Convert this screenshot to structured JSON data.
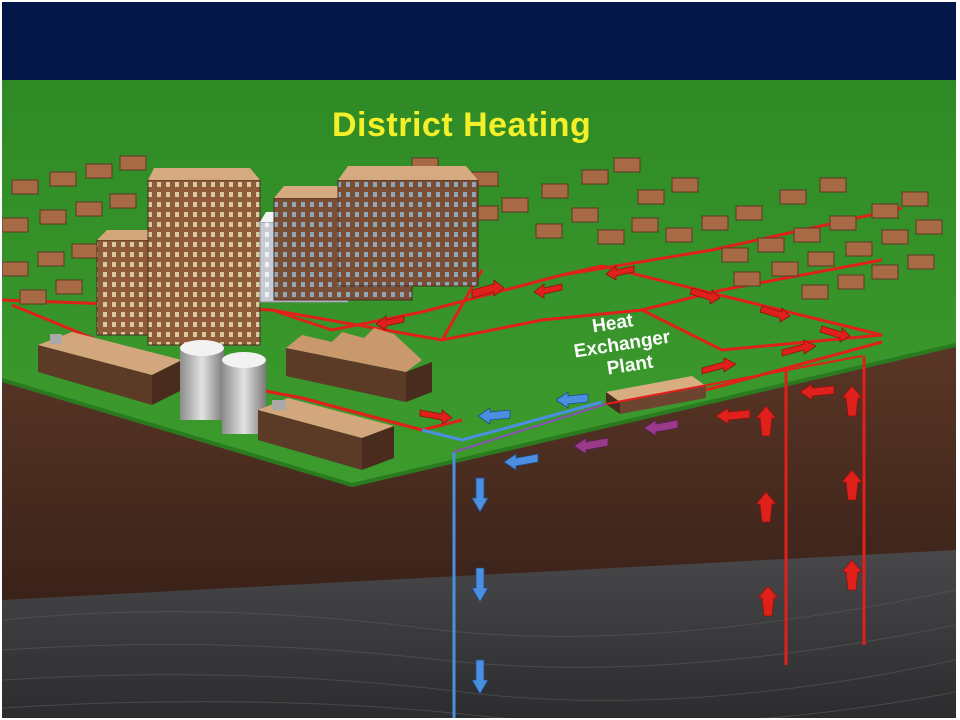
{
  "title": "District Heating",
  "plant_label": [
    "Heat",
    "Exchanger",
    "Plant"
  ],
  "colors": {
    "header": "#031849",
    "grass": "#3b9a2c",
    "title": "#f3f02a",
    "hot_pipe": "#e0201b",
    "cold_pipe": "#4a8fe0",
    "warm_arrow": "#8a4fb8",
    "soil": "#4a2c1e",
    "bedrock": "#3b3b3d"
  },
  "icons": [
    "flow-arrow-icon-red",
    "flow-arrow-icon-blue",
    "flow-arrow-icon-purple"
  ]
}
